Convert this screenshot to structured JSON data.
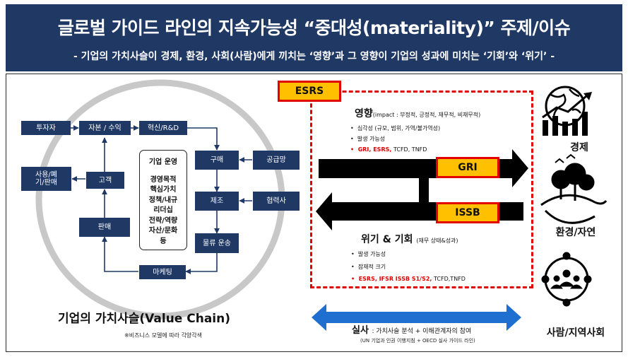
{
  "header": {
    "title": "글로벌 가이드 라인의 지속가능성 “중대성(materiality)” 주제/이슈",
    "subtitle": "- 기업의 가치사슬이 경제, 환경, 사회(사람)에게 끼치는 ‘영향’과 그 영향이 기업의 성과에 미치는 ‘기회’와 ‘위기’ -"
  },
  "value_chain": {
    "boxes": {
      "investor": "투자자",
      "capital_revenue": "자본 / 수익",
      "innovation": "혁신/R&D",
      "purchase": "구매",
      "supply_network": "공급망",
      "manufacturing": "제조",
      "partner": "협력사",
      "logistics": "물류 운송",
      "marketing": "마케팅",
      "sales": "판매",
      "customer": "고객",
      "use_disposal": "사용/폐기/판매"
    },
    "operations": {
      "title": "기업 운영",
      "lines": [
        "경영목적",
        "핵심가치",
        "정책/내규",
        "리더십",
        "전략/역량",
        "자산/문화",
        "등"
      ]
    },
    "label": "기업의 가치사슬(Value Chain)",
    "note": "※비즈니스 모델에 따라 각양각색"
  },
  "materiality": {
    "esrs_tag": "ESRS",
    "gri_tag": "GRI",
    "issb_tag": "ISSB",
    "impact": {
      "title": "영향",
      "subtitle": "(impact : 부정적, 긍정적, 재무적, 비재무적)",
      "bullets": [
        "심각성 (규모, 범위, 가역/불가역성)",
        "발생 가능성"
      ],
      "standards_red": "GRI, ESRS,",
      "standards_black": " TCFD, TNFD"
    },
    "risk": {
      "title": "위기 & 기회",
      "subtitle": "(재무 상태&성과)",
      "bullets": [
        "발생 가능성",
        "잠재적 크기"
      ],
      "standards_red": "ESRS, IFSR ISSB S1/S2,",
      "standards_black": " TCFD,TNFD"
    },
    "practice": {
      "title": "실사",
      "subtitle": ": 가치사슬 분석 + 이해관계자의 참여",
      "note": "(UN 기업과 인권 이행지침 + OECD 실사 가이드 라인)"
    }
  },
  "stakeholders": {
    "economy": "경제",
    "environment": "환경/자연",
    "society": "사람/지역사회"
  },
  "colors": {
    "navy": "#1f3864",
    "red": "#e00000",
    "gold": "#ffc000",
    "blue": "#1f6fd0"
  }
}
